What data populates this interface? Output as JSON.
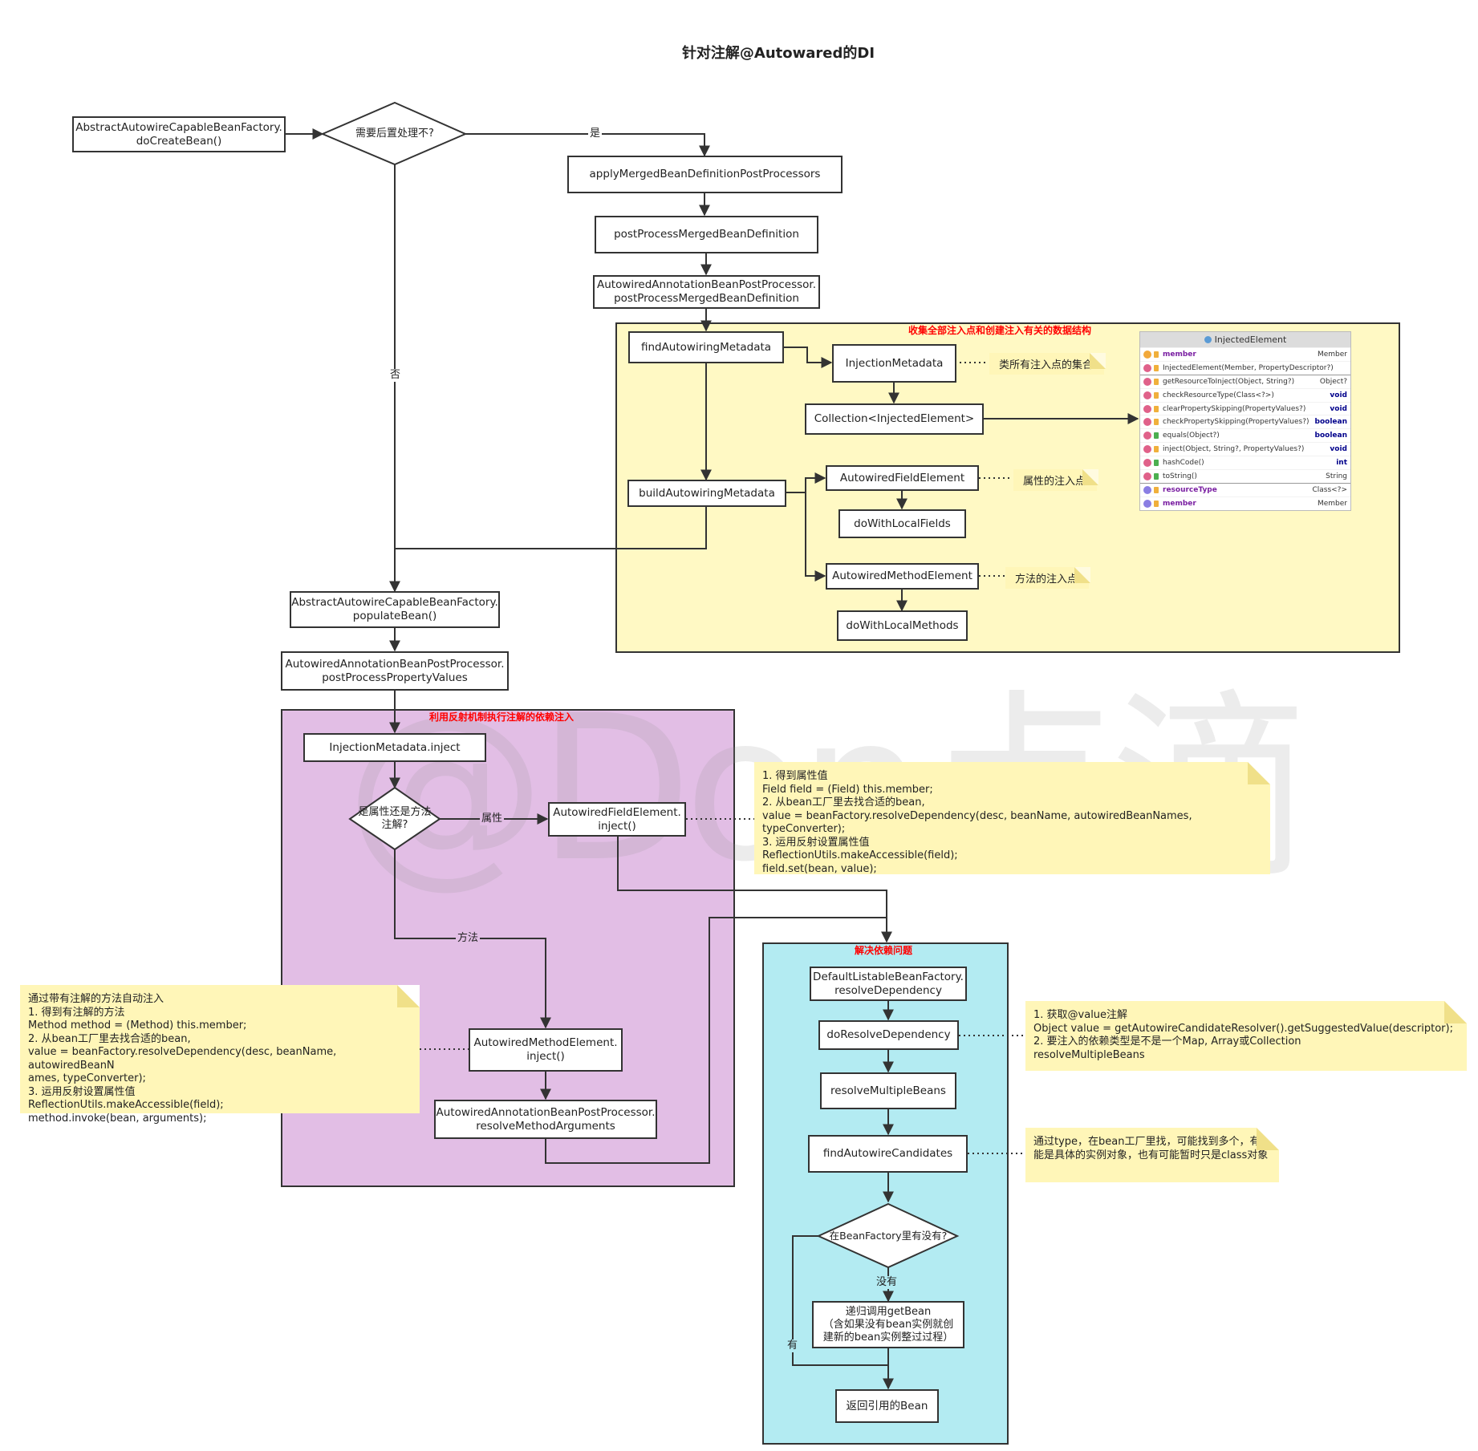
{
  "title": "针对注解@Autowared的DI",
  "groups": {
    "collect": "收集全部注入点和创建注入有关的数据结构",
    "reflect": "利用反射机制执行注解的依赖注入",
    "resolve": "解决依赖问题"
  },
  "nodes": {
    "do_create_bean": "AbstractAutowireCapableBeanFactory.\ndoCreateBean()",
    "need_post": "需要后置处理不?",
    "apply_merged": "applyMergedBeanDefinitionPostProcessors",
    "post_process_merged": "postProcessMergedBeanDefinition",
    "aabpp_merged": "AutowiredAnnotationBeanPostProcessor.\npostProcessMergedBeanDefinition",
    "find_autowiring": "findAutowiringMetadata",
    "injection_metadata": "InjectionMetadata",
    "collection": "Collection<InjectedElement>",
    "build_autowiring": "buildAutowiringMetadata",
    "autowired_field": "AutowiredFieldElement",
    "do_with_fields": "doWithLocalFields",
    "autowired_method": "AutowiredMethodElement",
    "do_with_methods": "doWithLocalMethods",
    "populate_bean": "AbstractAutowireCapableBeanFactory.\npopulateBean()",
    "aabpp_property": "AutowiredAnnotationBeanPostProcessor.\npostProcessPropertyValues",
    "inject": "InjectionMetadata.inject",
    "field_or_method": "是属性还是方法\n注解?",
    "field_inject": "AutowiredFieldElement.\ninject()",
    "method_inject": "AutowiredMethodElement.\ninject()",
    "resolve_args": "AutowiredAnnotationBeanPostProcessor.\nresolveMethodArguments",
    "resolve_dependency": "DefaultListableBeanFactory.\nresolveDependency",
    "do_resolve": "doResolveDependency",
    "resolve_multiple": "resolveMultipleBeans",
    "find_candidates": "findAutowireCandidates",
    "in_factory": "在BeanFactory里有没有?",
    "recursive_get": "递归调用getBean\n（含如果没有bean实例就创\n建新的bean实例整过过程）",
    "return_bean": "返回引用的Bean"
  },
  "edge_labels": {
    "yes": "是",
    "no": "否",
    "field": "属性",
    "method": "方法",
    "not_have": "没有",
    "have": "有"
  },
  "notes": {
    "injection_metadata": "类所有注入点的集合",
    "field_point": "属性的注入点",
    "method_point": "方法的注入点",
    "field_inject": "1. 得到属性值\nField field = (Field) this.member;\n2. 从bean工厂里去找合适的bean,\nvalue = beanFactory.resolveDependency(desc, beanName, autowiredBeanNames, typeConverter);\n3. 运用反射设置属性值\nReflectionUtils.makeAccessible(field);\nfield.set(bean, value);",
    "method_inject": "通过带有注解的方法自动注入\n1. 得到有注解的方法\nMethod method = (Method) this.member;\n2. 从bean工厂里去找合适的bean,\nvalue = beanFactory.resolveDependency(desc, beanName, autowiredBeanN\names, typeConverter);\n3. 运用反射设置属性值\nReflectionUtils.makeAccessible(field);\nmethod.invoke(bean, arguments);",
    "do_resolve": "1. 获取@value注解\nObject value = getAutowireCandidateResolver().getSuggestedValue(descriptor);\n2. 要注入的依赖类型是不是一个Map, Array或Collection\nresolveMultipleBeans",
    "find_candidates": "通过type，在bean工厂里找，可能找到多个，有可\n能是具体的实例对象，也有可能暂时只是class对象"
  },
  "watermark": "@Don点滴",
  "class_panel": {
    "title": "InjectedElement",
    "rows": [
      {
        "icon": "field",
        "name": "member",
        "type": "Member",
        "kw": false
      },
      {
        "icon": "method",
        "name": "InjectedElement(Member, PropertyDescriptor?)",
        "type": "",
        "kw": false
      },
      {
        "icon": "method",
        "name": "getResourceToInject(Object, String?)",
        "type": "Object?",
        "kw": false
      },
      {
        "icon": "method",
        "name": "checkResourceType(Class<?>)",
        "type": "void",
        "kw": true
      },
      {
        "icon": "method",
        "name": "clearPropertySkipping(PropertyValues?)",
        "type": "void",
        "kw": true
      },
      {
        "icon": "method",
        "name": "checkPropertySkipping(PropertyValues?)",
        "type": "boolean",
        "kw": true
      },
      {
        "icon": "method",
        "name": "equals(Object?)",
        "type": "boolean",
        "kw": true
      },
      {
        "icon": "method",
        "name": "inject(Object, String?, PropertyValues?)",
        "type": "void",
        "kw": true
      },
      {
        "icon": "method",
        "name": "hashCode()",
        "type": "int",
        "kw": true
      },
      {
        "icon": "method",
        "name": "toString()",
        "type": "String",
        "kw": false
      },
      {
        "icon": "property",
        "name": "resourceType",
        "type": "Class<?>",
        "kw": false
      },
      {
        "icon": "property",
        "name": "member",
        "type": "Member",
        "kw": false
      }
    ]
  },
  "colors": {
    "collect_bg": "#fff9c4",
    "reflect_bg": "#e2bee5",
    "resolve_bg": "#b3ebf2",
    "note_bg": "#fff6b8",
    "group_title": "#ff0000"
  }
}
